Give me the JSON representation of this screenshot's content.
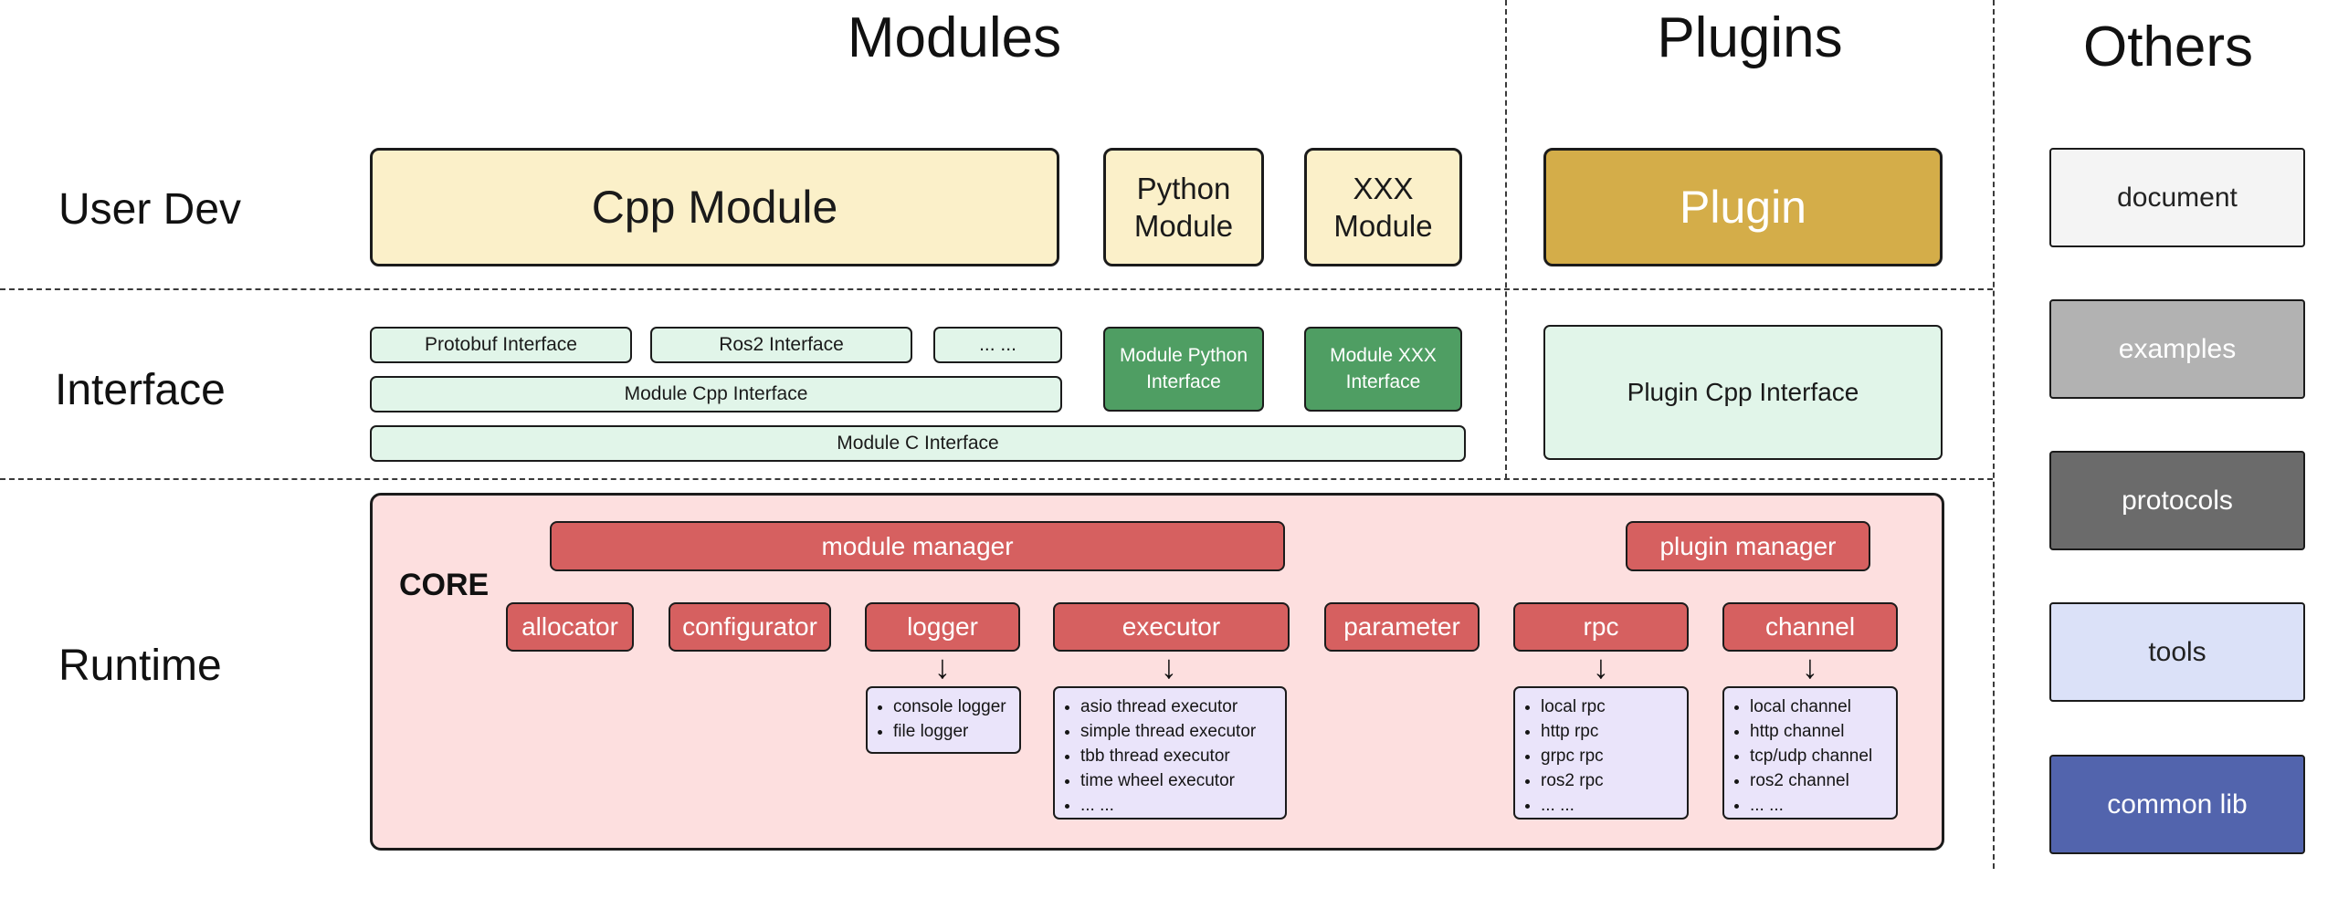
{
  "headers": {
    "modules": "Modules",
    "plugins": "Plugins",
    "others": "Others"
  },
  "row_labels": {
    "user_dev": "User Dev",
    "interface": "Interface",
    "runtime": "Runtime"
  },
  "user_dev": {
    "cpp_module": "Cpp Module",
    "python_module": "Python Module",
    "xxx_module": "XXX Module",
    "plugin": "Plugin"
  },
  "interface": {
    "protobuf_interface": "Protobuf Interface",
    "ros2_interface": "Ros2 Interface",
    "ellipsis": "... ...",
    "module_cpp_interface": "Module Cpp Interface",
    "module_c_interface": "Module C Interface",
    "module_python_interface": "Module Python Interface",
    "module_xxx_interface": "Module XXX Interface",
    "plugin_cpp_interface": "Plugin Cpp Interface"
  },
  "runtime": {
    "core_label": "CORE",
    "module_manager": "module manager",
    "plugin_manager": "plugin manager",
    "components": [
      "allocator",
      "configurator",
      "logger",
      "executor",
      "parameter",
      "rpc",
      "channel"
    ],
    "logger_items": [
      "console logger",
      "file logger"
    ],
    "executor_items": [
      "asio thread executor",
      "simple thread executor",
      "tbb thread executor",
      "time wheel executor",
      "... ..."
    ],
    "rpc_items": [
      "local rpc",
      "http rpc",
      "grpc rpc",
      "ros2 rpc",
      "... ..."
    ],
    "channel_items": [
      "local channel",
      "http channel",
      "tcp/udp channel",
      "ros2 channel",
      "... ..."
    ]
  },
  "others": {
    "document": "document",
    "examples": "examples",
    "protocols": "protocols",
    "tools": "tools",
    "common_lib": "common lib"
  },
  "icons": {
    "arrow_down": "↓"
  },
  "colors": {
    "cream": "#fbf0c9",
    "gold": "#d4ad49",
    "light_green": "#e1f5e9",
    "dark_green": "#4f9e63",
    "pink": "#fddfdf",
    "red": "#d66060",
    "lavender": "#eae4fa",
    "document_bg": "#f4f4f4",
    "examples_bg": "#b2b2b2",
    "protocols_bg": "#6b6b6b",
    "tools_bg": "#dbe1f8",
    "common_lib_bg": "#5264ad",
    "border": "#1b1b1b"
  }
}
